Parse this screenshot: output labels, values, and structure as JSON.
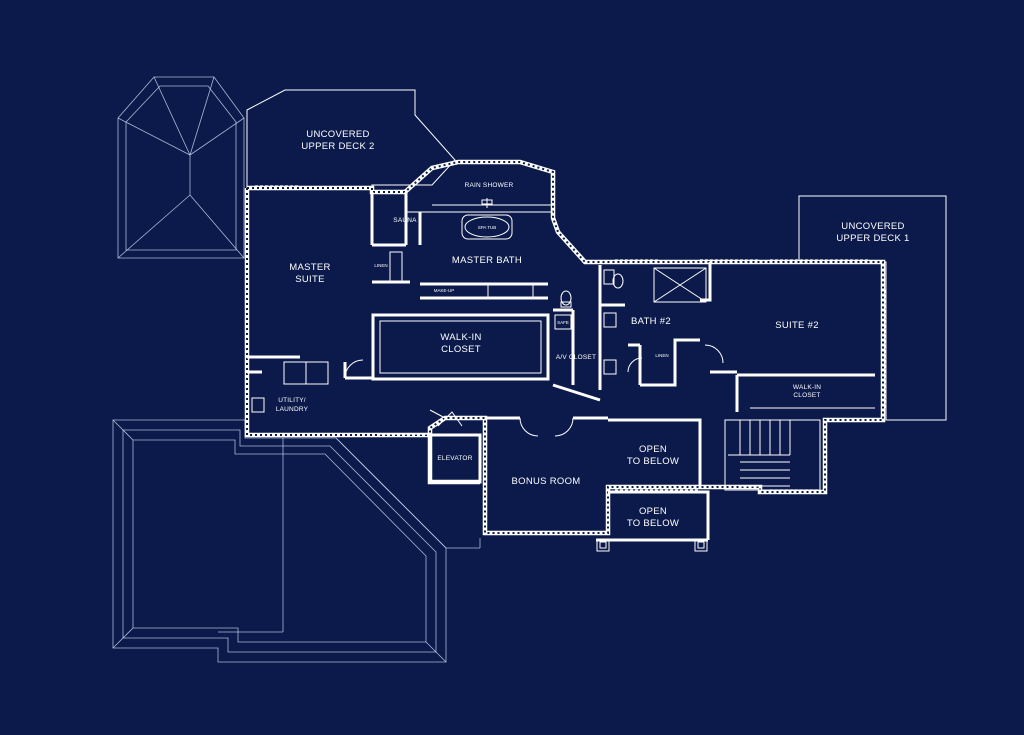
{
  "colors": {
    "background": "#0b1a4a",
    "lines": "#ffffff"
  },
  "rooms": {
    "uncovered_upper_deck_2": [
      "UNCOVERED",
      "UPPER DECK 2"
    ],
    "master_suite": [
      "MASTER",
      "SUITE"
    ],
    "rain_shower": "RAIN SHOWER",
    "sauna": "SAUNA",
    "spa_tub": "SPA TUB",
    "master_bath": "MASTER BATH",
    "linen_master": "LINEN",
    "make_up": "MAKE-UP",
    "walk_in_closet": [
      "WALK-IN",
      "CLOSET"
    ],
    "safe": "SAFE",
    "av_closet": "A/V CLOSET",
    "bath_2": "BATH #2",
    "linen_bath2": "LINEN",
    "suite_2": "SUITE #2",
    "uncovered_upper_deck_1": [
      "UNCOVERED",
      "UPPER DECK 1"
    ],
    "walk_in_closet_2": [
      "WALK-IN",
      "CLOSET"
    ],
    "utility_laundry": [
      "UTILITY/",
      "LAUNDRY"
    ],
    "elevator": "ELEVATOR",
    "bonus_room": "BONUS ROOM",
    "open_to_below_1": [
      "OPEN",
      "TO BELOW"
    ],
    "open_to_below_2": [
      "OPEN",
      "TO BELOW"
    ]
  }
}
